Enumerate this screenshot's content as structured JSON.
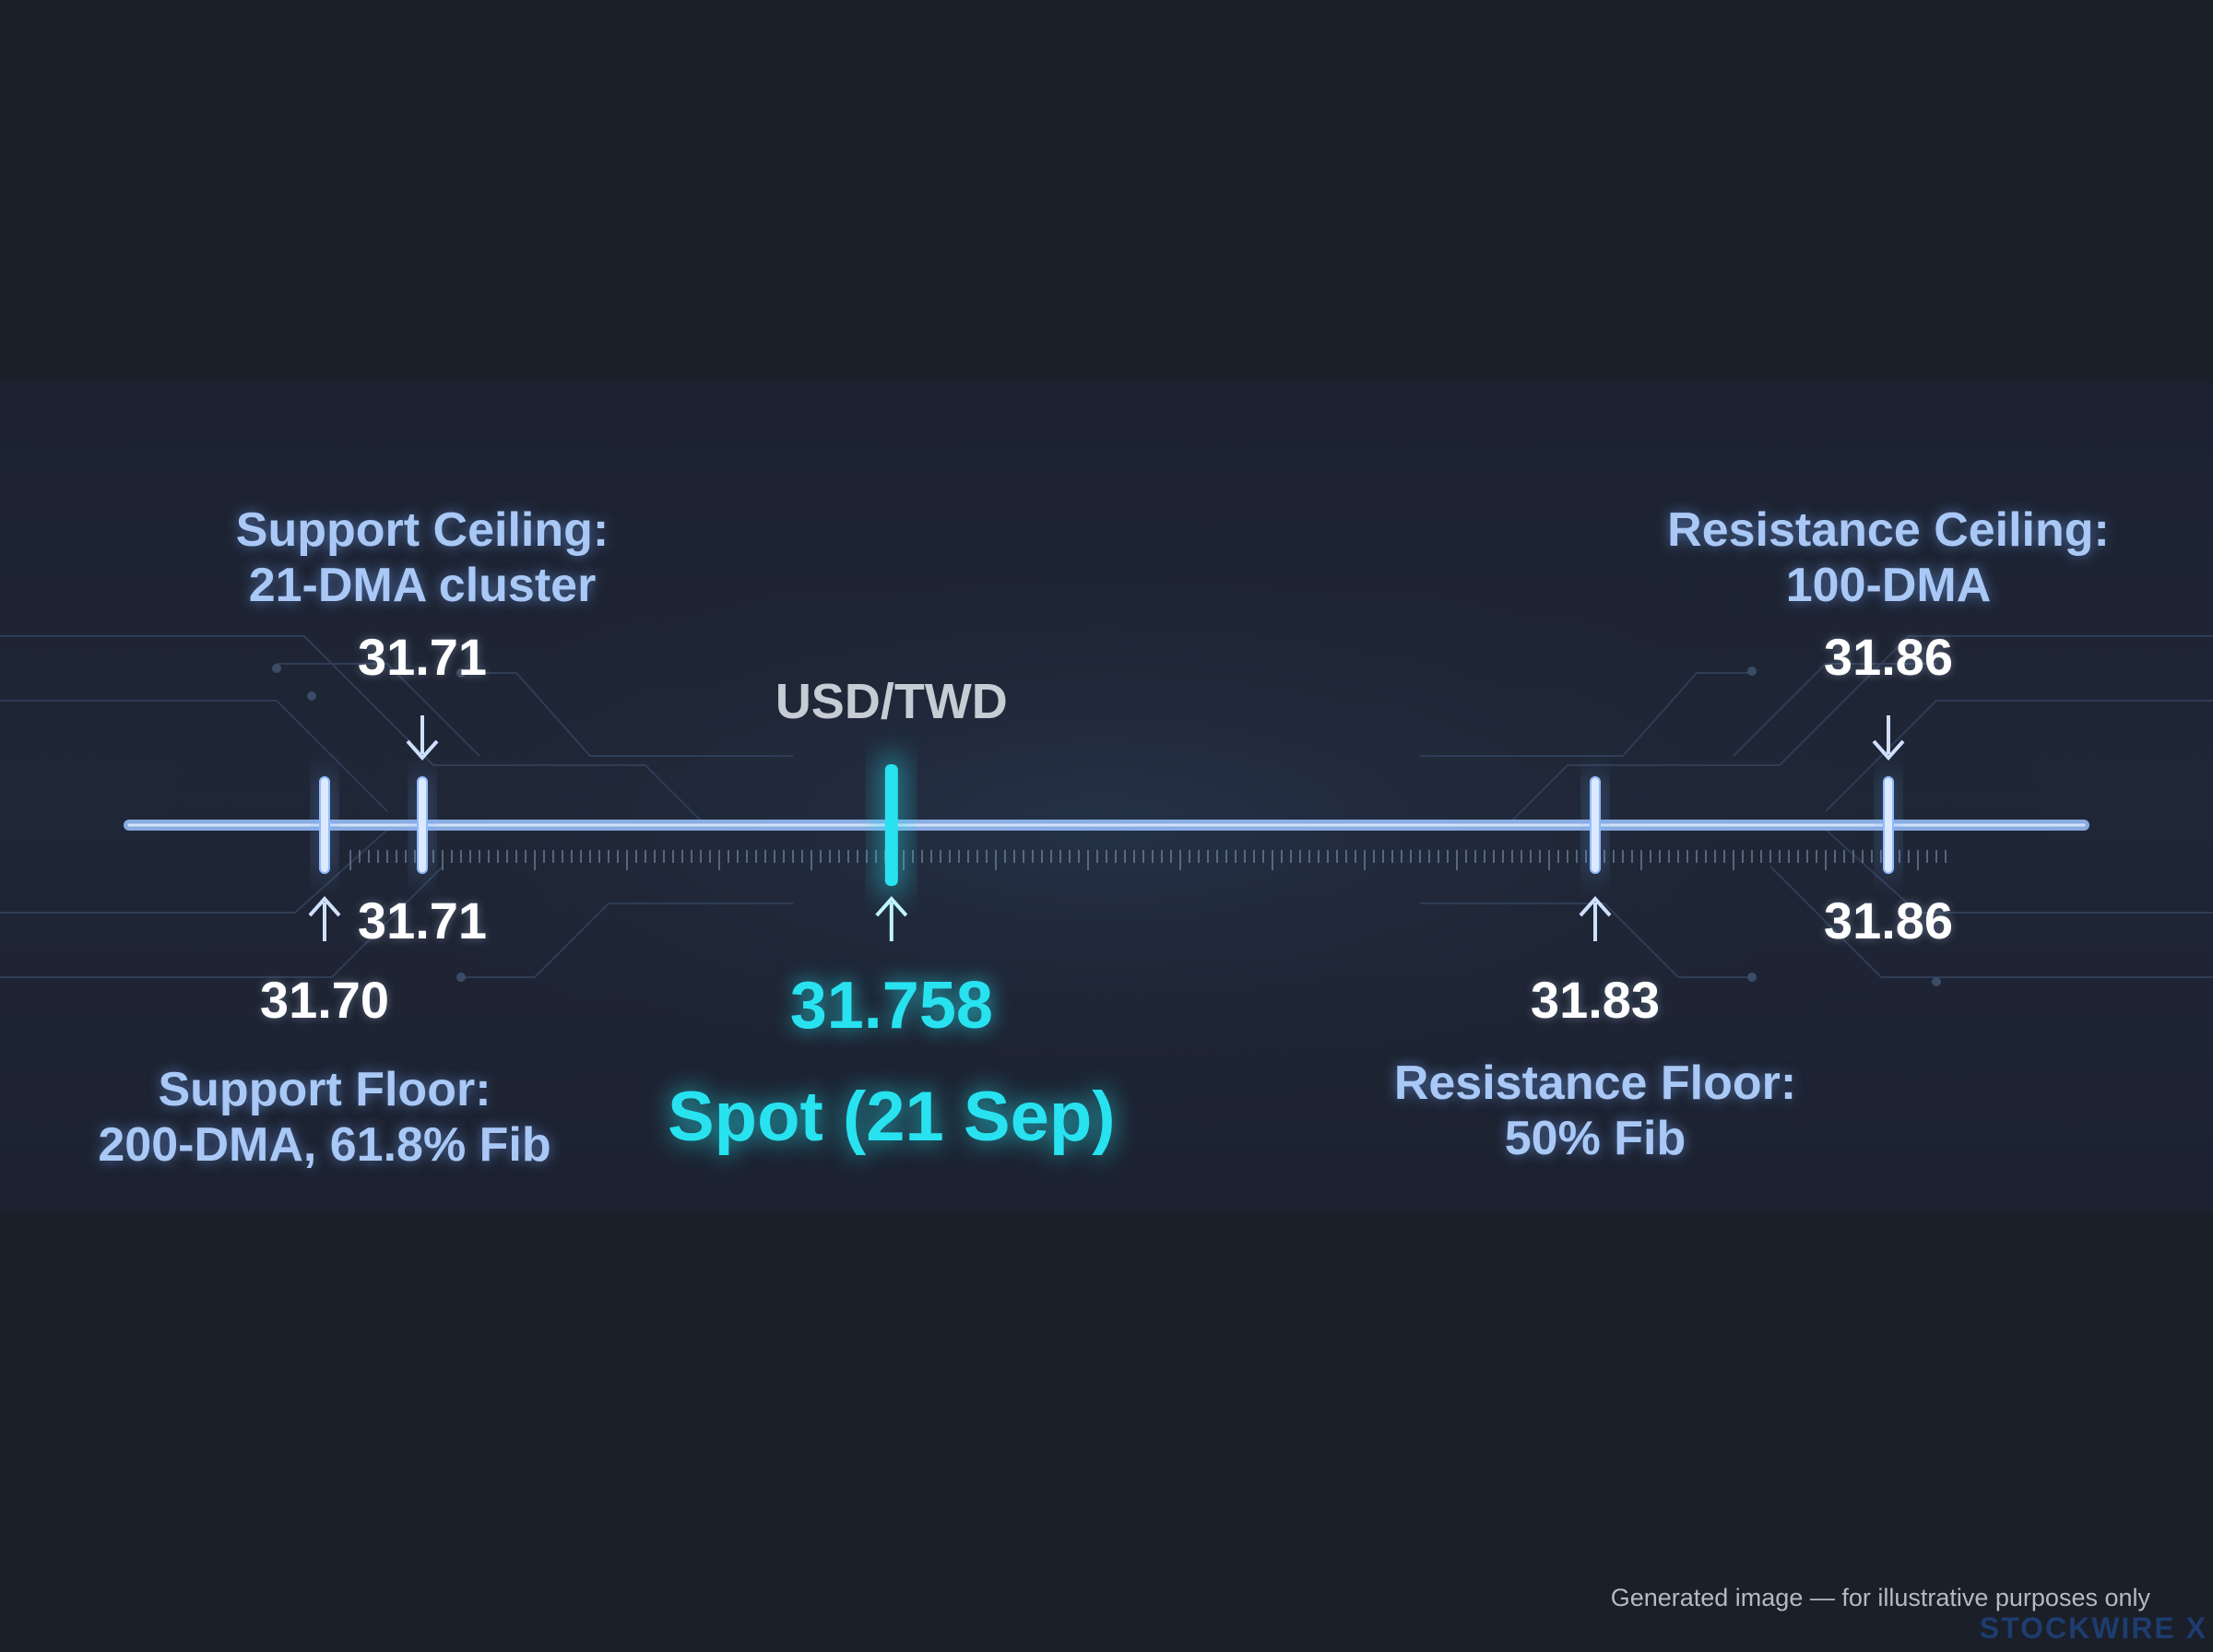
{
  "chart_data": {
    "type": "number-line",
    "title": "USD/TWD",
    "xlim": [
      31.68,
      31.88
    ],
    "spot": {
      "value": 31.758,
      "value_label": "31.758",
      "label": "Spot (21 Sep)"
    },
    "levels": [
      {
        "key": "support_floor",
        "value": 31.7,
        "value_label": "31.70",
        "side": "below",
        "name": [
          "Support Floor:",
          "200-DMA, 61.8% Fib"
        ]
      },
      {
        "key": "support_ceiling",
        "value": 31.71,
        "value_label": "31.71",
        "side": "above",
        "name": [
          "Support Ceiling:",
          "21-DMA cluster"
        ]
      },
      {
        "key": "resistance_floor",
        "value": 31.83,
        "value_label": "31.83",
        "side": "below",
        "name": [
          "Resistance Floor:",
          "50% Fib"
        ]
      },
      {
        "key": "resistance_ceiling",
        "value": 31.86,
        "value_label": "31.86",
        "side": "above",
        "name": [
          "Resistance Ceiling:",
          "100-DMA"
        ]
      }
    ],
    "bottom_value_labels": [
      {
        "value": 31.71,
        "label": "31.71"
      },
      {
        "value": 31.86,
        "label": "31.86"
      }
    ],
    "colors": {
      "track": "#7fb2ff",
      "spot": "#28e2f0",
      "label": "#a9c8f5",
      "background": "#1a1f29"
    }
  },
  "footer": {
    "disclaimer": "Generated image — for illustrative purposes only",
    "brand": "STOCKWIRE X"
  }
}
